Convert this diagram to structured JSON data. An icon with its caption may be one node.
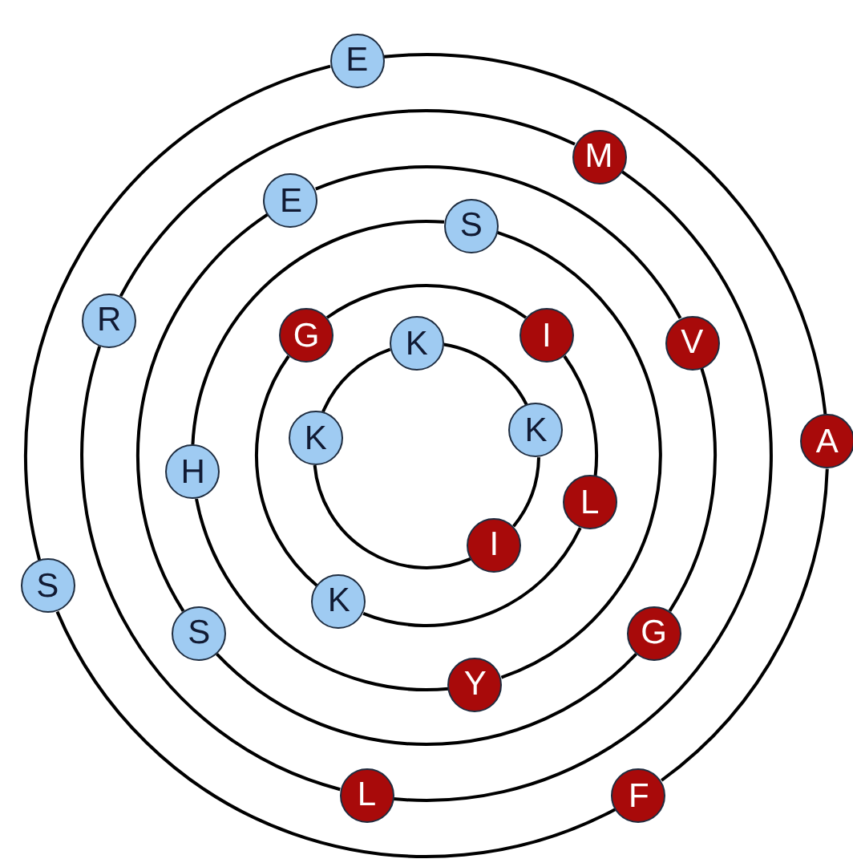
{
  "diagram": {
    "nodes": [
      {
        "text": [
          "E"
        ]
      },
      {
        "text": [
          "M"
        ]
      },
      {
        "text": [
          "E"
        ]
      },
      {
        "text": [
          "S"
        ]
      },
      {
        "text": [
          "R"
        ]
      },
      {
        "text": [
          "G"
        ]
      },
      {
        "text": [
          "K"
        ]
      },
      {
        "text": [
          "I"
        ]
      },
      {
        "text": [
          "V"
        ]
      },
      {
        "text": [
          "K"
        ]
      },
      {
        "text": [
          "A"
        ]
      },
      {
        "text": [
          "H"
        ]
      },
      {
        "text": [
          "K"
        ]
      },
      {
        "text": [
          "L"
        ]
      },
      {
        "text": [
          "I"
        ]
      },
      {
        "text": [
          "S"
        ]
      },
      {
        "text": [
          "K"
        ]
      },
      {
        "text": [
          "S"
        ]
      },
      {
        "text": [
          "G"
        ]
      },
      {
        "text": [
          "Y"
        ]
      },
      {
        "text": [
          "L"
        ]
      },
      {
        "text": [
          "F"
        ]
      }
    ],
    "edges": [
      {
        "from": 6,
        "to": 9,
        "arrow": "none"
      },
      {
        "from": 9,
        "to": 14,
        "arrow": "none"
      },
      {
        "from": 14,
        "to": 12,
        "arrow": "none"
      },
      {
        "from": 12,
        "to": 6,
        "arrow": "none"
      },
      {
        "from": 5,
        "to": 7,
        "arrow": "none"
      },
      {
        "from": 7,
        "to": 13,
        "arrow": "none"
      },
      {
        "from": 13,
        "to": 16,
        "arrow": "none"
      },
      {
        "from": 16,
        "to": 5,
        "arrow": "none"
      },
      {
        "from": 3,
        "to": 19,
        "arrow": "none"
      },
      {
        "from": 19,
        "to": 11,
        "arrow": "none"
      },
      {
        "from": 11,
        "to": 3,
        "arrow": "none"
      },
      {
        "from": 2,
        "to": 8,
        "arrow": "none"
      },
      {
        "from": 8,
        "to": 18,
        "arrow": "none"
      },
      {
        "from": 18,
        "to": 17,
        "arrow": "none"
      },
      {
        "from": 17,
        "to": 2,
        "arrow": "none"
      },
      {
        "from": 1,
        "to": 20,
        "arrow": "none"
      },
      {
        "from": 20,
        "to": 4,
        "arrow": "none"
      },
      {
        "from": 4,
        "to": 1,
        "arrow": "none"
      },
      {
        "from": 0,
        "to": 10,
        "arrow": "none"
      },
      {
        "from": 10,
        "to": 21,
        "arrow": "none"
      },
      {
        "from": 21,
        "to": 15,
        "arrow": "none"
      },
      {
        "from": 15,
        "to": 0,
        "arrow": "none"
      }
    ]
  }
}
